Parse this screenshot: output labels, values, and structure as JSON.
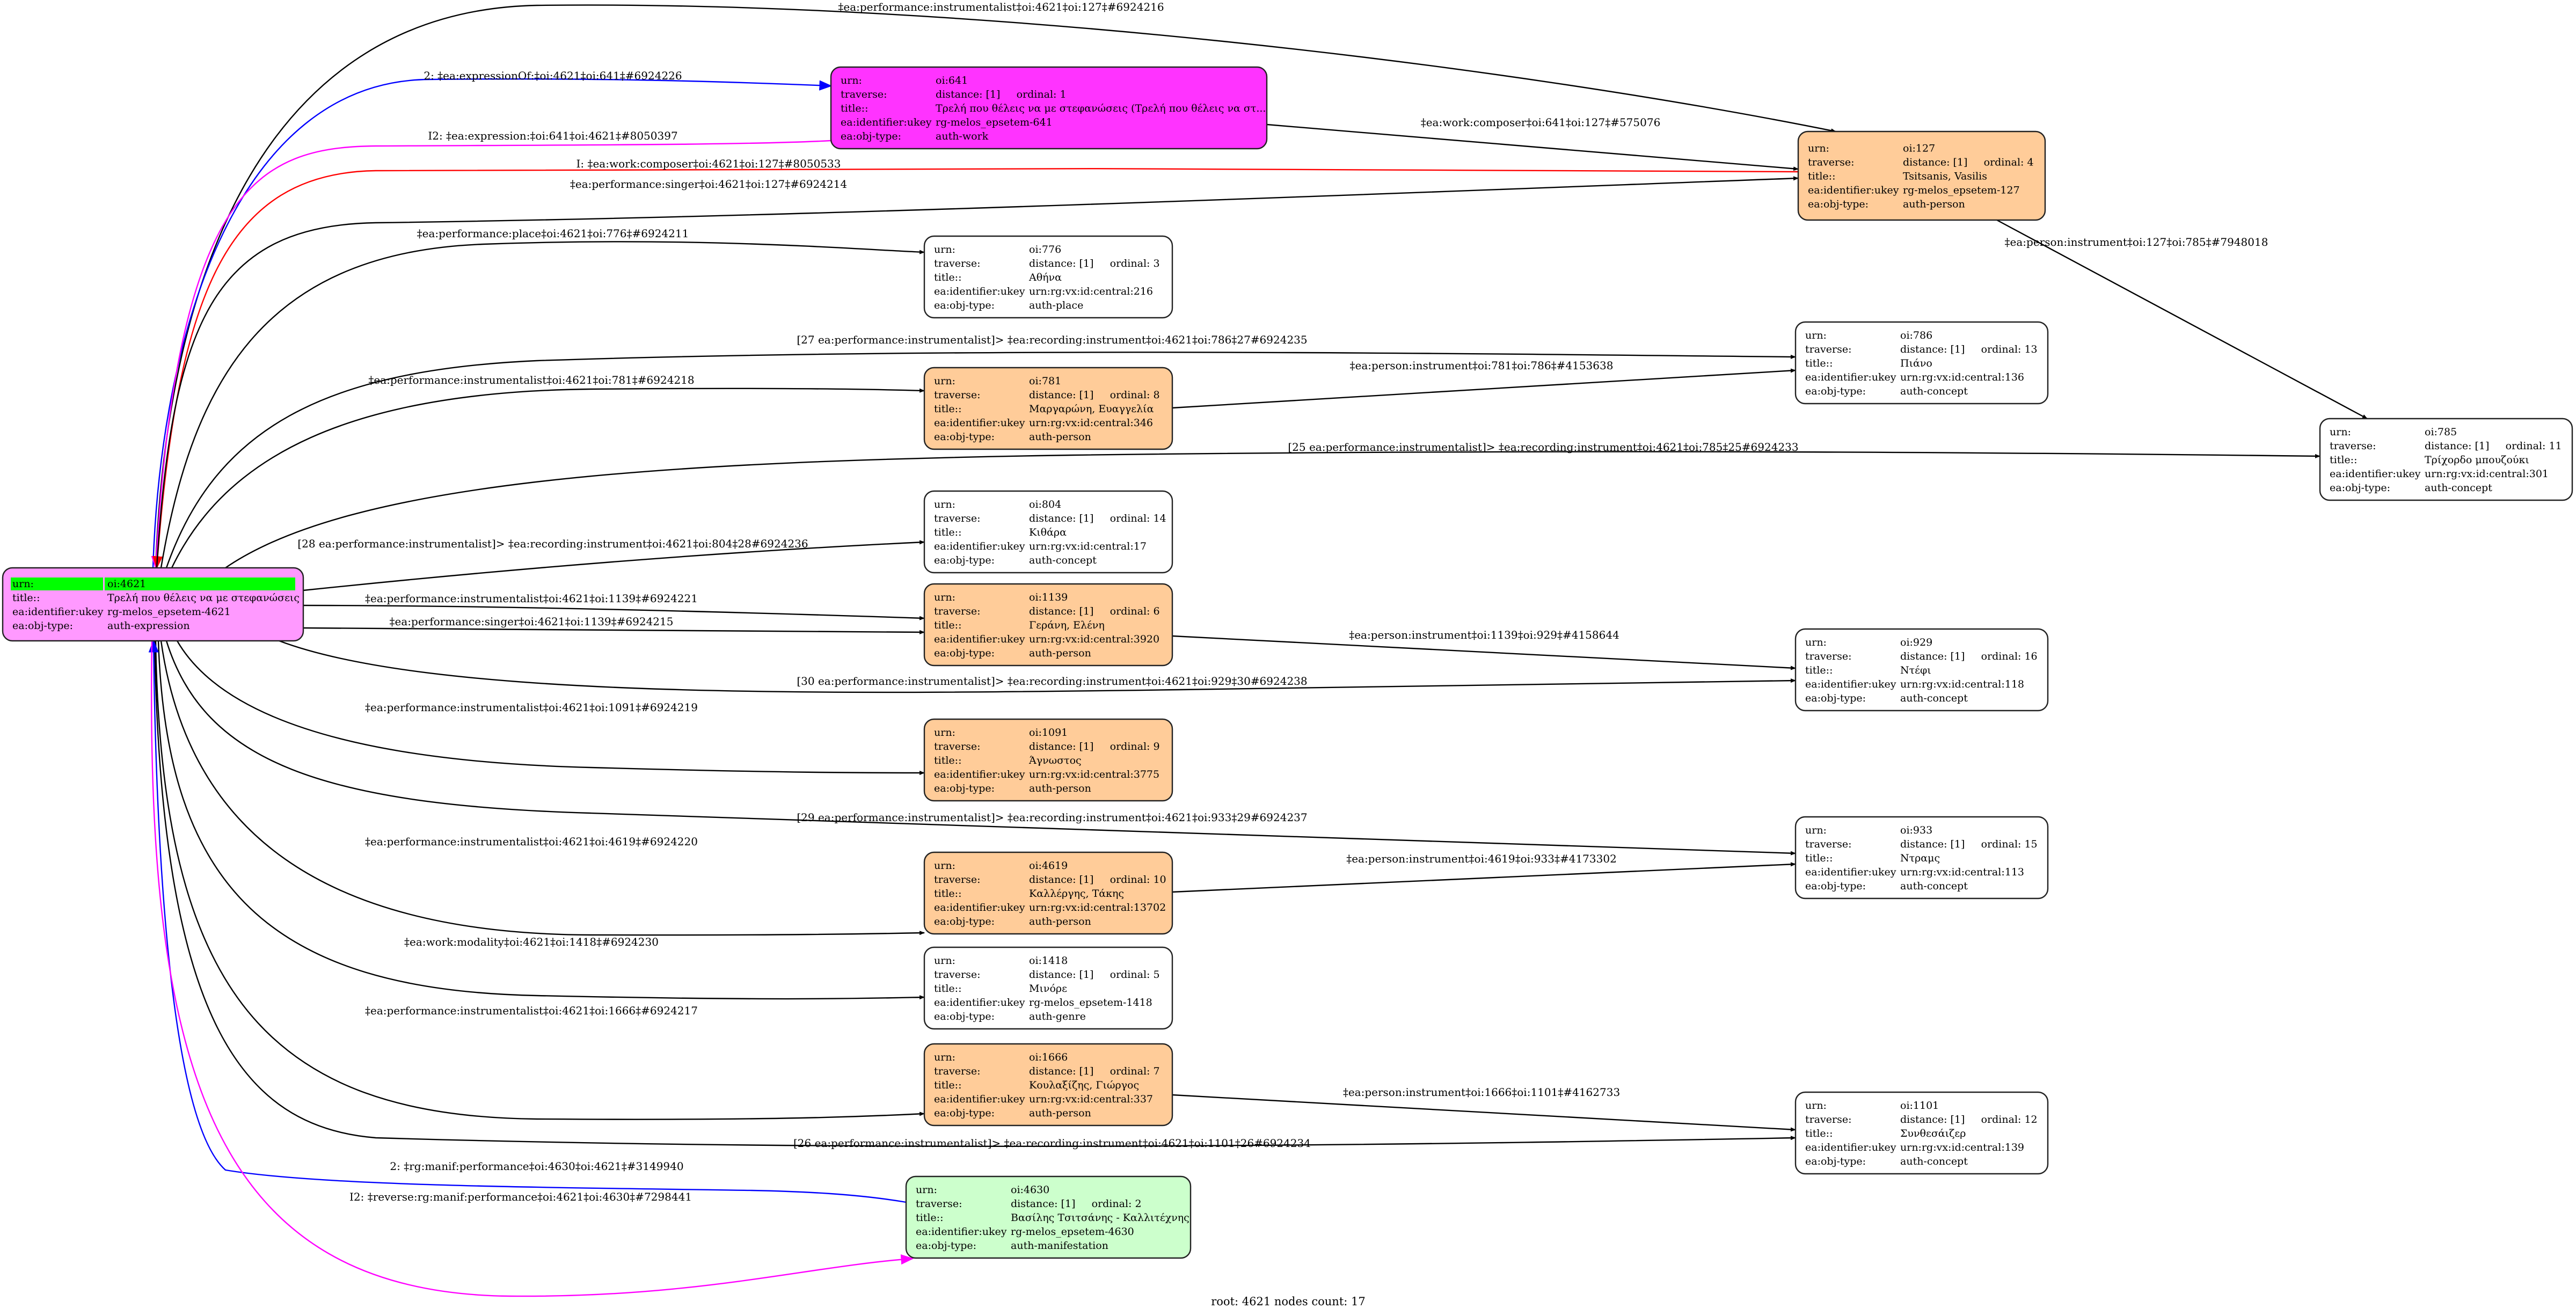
{
  "graph": {
    "footer": "root: 4621 nodes count: 17",
    "separator": "‡",
    "field_labels": {
      "urn": "urn:",
      "traverse": "traverse:",
      "title": "title::",
      "ukey": "ea:identifier:ukey",
      "objtype": "ea:obj-type:"
    },
    "colors": {
      "expression": "#ff99ff",
      "work": "#ff33ff",
      "person": "#ffcc99",
      "manifestation": "#ccffcc",
      "plain": "#ffffff",
      "root_highlight": "#00ff00",
      "edge_black": "#000000",
      "edge_blue": "#0000ff",
      "edge_magenta": "#ff00ff",
      "edge_red": "#ff0000"
    },
    "nodes": [
      {
        "id": "n4621",
        "urn": "oi:4621",
        "traverse": "",
        "title": "Τρελή που θέλεις να με στεφανώσεις",
        "ukey": "rg-melos_epsetem-4621",
        "objtype": "auth-expression",
        "fill": "expression",
        "root": true
      },
      {
        "id": "n641",
        "urn": "oi:641",
        "traverse": "distance: [1]     ordinal: 1",
        "title": "Τρελή που θέλεις να με στεφανώσεις (Τρελή που θέλεις να στ...",
        "ukey": "rg-melos_epsetem-641",
        "objtype": "auth-work",
        "fill": "work"
      },
      {
        "id": "n127",
        "urn": "oi:127",
        "traverse": "distance: [1]     ordinal: 4",
        "title": "Tsitsanis, Vasilis",
        "ukey": "rg-melos_epsetem-127",
        "objtype": "auth-person",
        "fill": "person"
      },
      {
        "id": "n776",
        "urn": "oi:776",
        "traverse": "distance: [1]     ordinal: 3",
        "title": "Αθήνα",
        "ukey": "urn:rg:vx:id:central:216",
        "objtype": "auth-place",
        "fill": "plain"
      },
      {
        "id": "n786",
        "urn": "oi:786",
        "traverse": "distance: [1]     ordinal: 13",
        "title": "Πιάνο",
        "ukey": "urn:rg:vx:id:central:136",
        "objtype": "auth-concept",
        "fill": "plain"
      },
      {
        "id": "n781",
        "urn": "oi:781",
        "traverse": "distance: [1]     ordinal: 8",
        "title": "Μαργαρώνη, Ευαγγελία",
        "ukey": "urn:rg:vx:id:central:346",
        "objtype": "auth-person",
        "fill": "person"
      },
      {
        "id": "n785",
        "urn": "oi:785",
        "traverse": "distance: [1]     ordinal: 11",
        "title": "Τρίχορδο μπουζούκι",
        "ukey": "urn:rg:vx:id:central:301",
        "objtype": "auth-concept",
        "fill": "plain"
      },
      {
        "id": "n804",
        "urn": "oi:804",
        "traverse": "distance: [1]     ordinal: 14",
        "title": "Κιθάρα",
        "ukey": "urn:rg:vx:id:central:17",
        "objtype": "auth-concept",
        "fill": "plain"
      },
      {
        "id": "n1139",
        "urn": "oi:1139",
        "traverse": "distance: [1]     ordinal: 6",
        "title": "Γεράνη, Ελένη",
        "ukey": "urn:rg:vx:id:central:3920",
        "objtype": "auth-person",
        "fill": "person"
      },
      {
        "id": "n929",
        "urn": "oi:929",
        "traverse": "distance: [1]     ordinal: 16",
        "title": "Ντέφι",
        "ukey": "urn:rg:vx:id:central:118",
        "objtype": "auth-concept",
        "fill": "plain"
      },
      {
        "id": "n1091",
        "urn": "oi:1091",
        "traverse": "distance: [1]     ordinal: 9",
        "title": "Άγνωστος",
        "ukey": "urn:rg:vx:id:central:3775",
        "objtype": "auth-person",
        "fill": "person"
      },
      {
        "id": "n933",
        "urn": "oi:933",
        "traverse": "distance: [1]     ordinal: 15",
        "title": "Ντραμς",
        "ukey": "urn:rg:vx:id:central:113",
        "objtype": "auth-concept",
        "fill": "plain"
      },
      {
        "id": "n4619",
        "urn": "oi:4619",
        "traverse": "distance: [1]     ordinal: 10",
        "title": "Καλλέργης, Τάκης",
        "ukey": "urn:rg:vx:id:central:13702",
        "objtype": "auth-person",
        "fill": "person"
      },
      {
        "id": "n1418",
        "urn": "oi:1418",
        "traverse": "distance: [1]     ordinal: 5",
        "title": "Μινόρε",
        "ukey": "rg-melos_epsetem-1418",
        "objtype": "auth-genre",
        "fill": "plain"
      },
      {
        "id": "n1666",
        "urn": "oi:1666",
        "traverse": "distance: [1]     ordinal: 7",
        "title": "Κουλαξίζης, Γιώργος",
        "ukey": "urn:rg:vx:id:central:337",
        "objtype": "auth-person",
        "fill": "person"
      },
      {
        "id": "n1101",
        "urn": "oi:1101",
        "traverse": "distance: [1]     ordinal: 12",
        "title": "Συνθεσάιζερ",
        "ukey": "urn:rg:vx:id:central:139",
        "objtype": "auth-concept",
        "fill": "plain"
      },
      {
        "id": "n4630",
        "urn": "oi:4630",
        "traverse": "distance: [1]     ordinal: 2",
        "title": "Βασίλης Τσιτσάνης - Καλλιτέχνης",
        "ukey": "rg-melos_epsetem-4630",
        "objtype": "auth-manifestation",
        "fill": "manifestation"
      }
    ],
    "edges": [
      {
        "from": "n4621",
        "to": "n127",
        "color": "edge_black",
        "label": "‡ea:performance:instrumentalist‡oi:4621‡oi:127‡#6924216"
      },
      {
        "from": "n4621",
        "to": "n641",
        "color": "edge_blue",
        "label": "2: ‡ea:expressionOf:‡oi:4621‡oi:641‡#6924226"
      },
      {
        "from": "n641",
        "to": "n4621",
        "color": "edge_magenta",
        "label": "I2: ‡ea:expression:‡oi:641‡oi:4621‡#8050397"
      },
      {
        "from": "n641",
        "to": "n127",
        "color": "edge_black",
        "label": "‡ea:work:composer‡oi:641‡oi:127‡#575076"
      },
      {
        "from": "n127",
        "to": "n4621",
        "color": "edge_red",
        "label": "I: ‡ea:work:composer‡oi:4621‡oi:127‡#8050533"
      },
      {
        "from": "n4621",
        "to": "n127",
        "color": "edge_black",
        "label": "‡ea:performance:singer‡oi:4621‡oi:127‡#6924214"
      },
      {
        "from": "n127",
        "to": "n785",
        "color": "edge_black",
        "label": "‡ea:person:instrument‡oi:127‡oi:785‡#7948018"
      },
      {
        "from": "n4621",
        "to": "n776",
        "color": "edge_black",
        "label": "‡ea:performance:place‡oi:4621‡oi:776‡#6924211"
      },
      {
        "from": "n4621",
        "to": "n786",
        "color": "edge_black",
        "label": "[27 ea:performance:instrumentalist]> ‡ea:recording:instrument‡oi:4621‡oi:786‡27#6924235"
      },
      {
        "from": "n4621",
        "to": "n781",
        "color": "edge_black",
        "label": "‡ea:performance:instrumentalist‡oi:4621‡oi:781‡#6924218"
      },
      {
        "from": "n781",
        "to": "n786",
        "color": "edge_black",
        "label": "‡ea:person:instrument‡oi:781‡oi:786‡#4153638"
      },
      {
        "from": "n4621",
        "to": "n785",
        "color": "edge_black",
        "label": "[25 ea:performance:instrumentalist]> ‡ea:recording:instrument‡oi:4621‡oi:785‡25#6924233"
      },
      {
        "from": "n4621",
        "to": "n804",
        "color": "edge_black",
        "label": "[28 ea:performance:instrumentalist]> ‡ea:recording:instrument‡oi:4621‡oi:804‡28#6924236"
      },
      {
        "from": "n4621",
        "to": "n1139",
        "color": "edge_black",
        "label": "‡ea:performance:instrumentalist‡oi:4621‡oi:1139‡#6924221"
      },
      {
        "from": "n4621",
        "to": "n1139",
        "color": "edge_black",
        "label": "‡ea:performance:singer‡oi:4621‡oi:1139‡#6924215"
      },
      {
        "from": "n1139",
        "to": "n929",
        "color": "edge_black",
        "label": "‡ea:person:instrument‡oi:1139‡oi:929‡#4158644"
      },
      {
        "from": "n4621",
        "to": "n929",
        "color": "edge_black",
        "label": "[30 ea:performance:instrumentalist]> ‡ea:recording:instrument‡oi:4621‡oi:929‡30#6924238"
      },
      {
        "from": "n4621",
        "to": "n1091",
        "color": "edge_black",
        "label": "‡ea:performance:instrumentalist‡oi:4621‡oi:1091‡#6924219"
      },
      {
        "from": "n4621",
        "to": "n933",
        "color": "edge_black",
        "label": "[29 ea:performance:instrumentalist]> ‡ea:recording:instrument‡oi:4621‡oi:933‡29#6924237"
      },
      {
        "from": "n4621",
        "to": "n4619",
        "color": "edge_black",
        "label": "‡ea:performance:instrumentalist‡oi:4621‡oi:4619‡#6924220"
      },
      {
        "from": "n4619",
        "to": "n933",
        "color": "edge_black",
        "label": "‡ea:person:instrument‡oi:4619‡oi:933‡#4173302"
      },
      {
        "from": "n4621",
        "to": "n1418",
        "color": "edge_black",
        "label": "‡ea:work:modality‡oi:4621‡oi:1418‡#6924230"
      },
      {
        "from": "n4621",
        "to": "n1666",
        "color": "edge_black",
        "label": "‡ea:performance:instrumentalist‡oi:4621‡oi:1666‡#6924217"
      },
      {
        "from": "n1666",
        "to": "n1101",
        "color": "edge_black",
        "label": "‡ea:person:instrument‡oi:1666‡oi:1101‡#4162733"
      },
      {
        "from": "n4621",
        "to": "n1101",
        "color": "edge_black",
        "label": "[26 ea:performance:instrumentalist]> ‡ea:recording:instrument‡oi:4621‡oi:1101‡26#6924234"
      },
      {
        "from": "n4630",
        "to": "n4621",
        "color": "edge_blue",
        "label": "2: ‡rg:manif:performance‡oi:4630‡oi:4621‡#3149940"
      },
      {
        "from": "n4621",
        "to": "n4630",
        "color": "edge_magenta",
        "label": "I2: ‡reverse:rg:manif:performance‡oi:4621‡oi:4630‡#7298441"
      }
    ]
  }
}
